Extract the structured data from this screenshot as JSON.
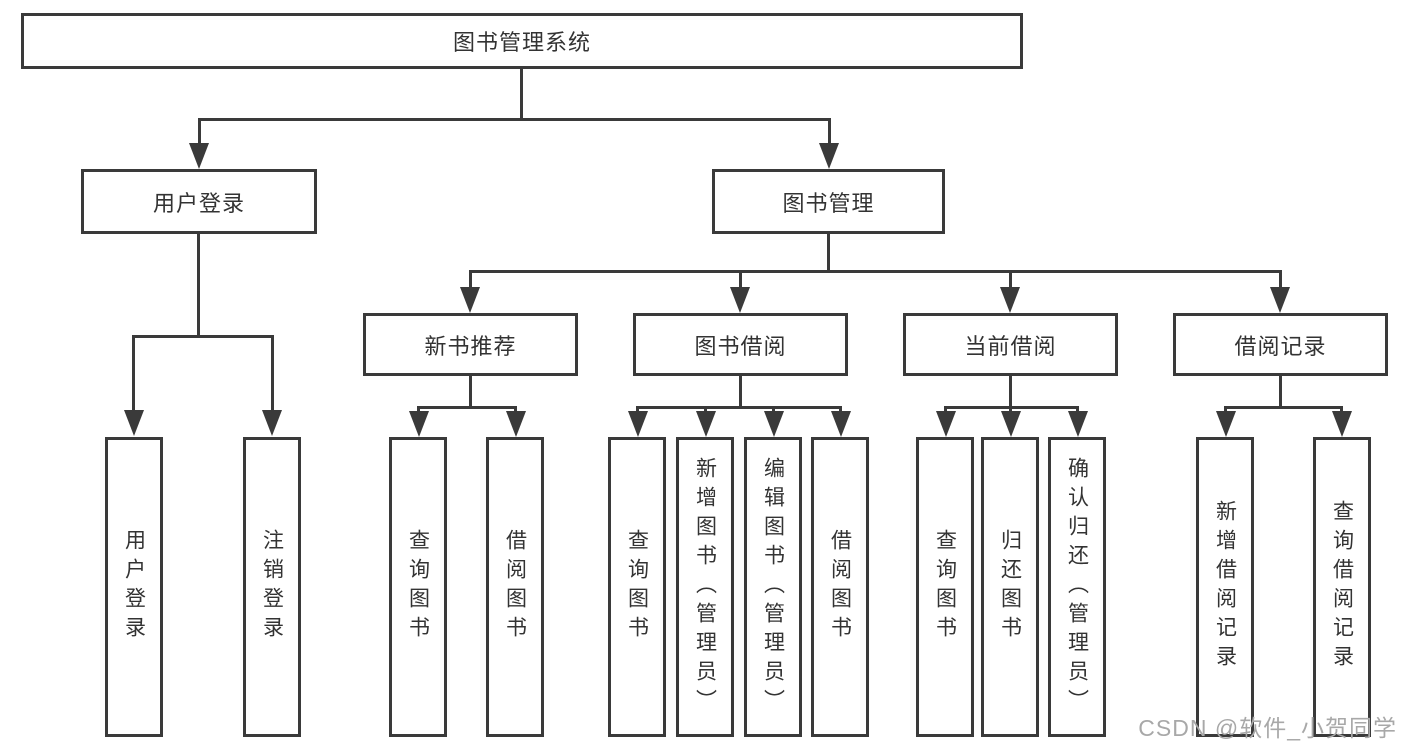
{
  "tree": {
    "root_label": "图书管理系统",
    "branches": [
      {
        "label": "用户登录",
        "children": [
          {
            "label": "用户登录"
          },
          {
            "label": "注销登录"
          }
        ]
      },
      {
        "label": "图书管理",
        "sections": [
          {
            "label": "新书推荐",
            "children": [
              {
                "label": "查询图书"
              },
              {
                "label": "借阅图书"
              }
            ]
          },
          {
            "label": "图书借阅",
            "children": [
              {
                "label": "查询图书"
              },
              {
                "label": "新增图书（管理员）"
              },
              {
                "label": "编辑图书（管理员）"
              },
              {
                "label": "借阅图书"
              }
            ]
          },
          {
            "label": "当前借阅",
            "children": [
              {
                "label": "查询图书"
              },
              {
                "label": "归还图书"
              },
              {
                "label": "确认归还（管理员）"
              }
            ]
          },
          {
            "label": "借阅记录",
            "children": [
              {
                "label": "新增借阅记录"
              },
              {
                "label": "查询借阅记录"
              }
            ]
          }
        ]
      }
    ]
  },
  "watermark": {
    "text": "CSDN @软件_小贺同学"
  },
  "colors": {
    "line": "#3a3a3a",
    "text": "#333333",
    "watermark": "#a8a8a8",
    "background": "#ffffff"
  }
}
